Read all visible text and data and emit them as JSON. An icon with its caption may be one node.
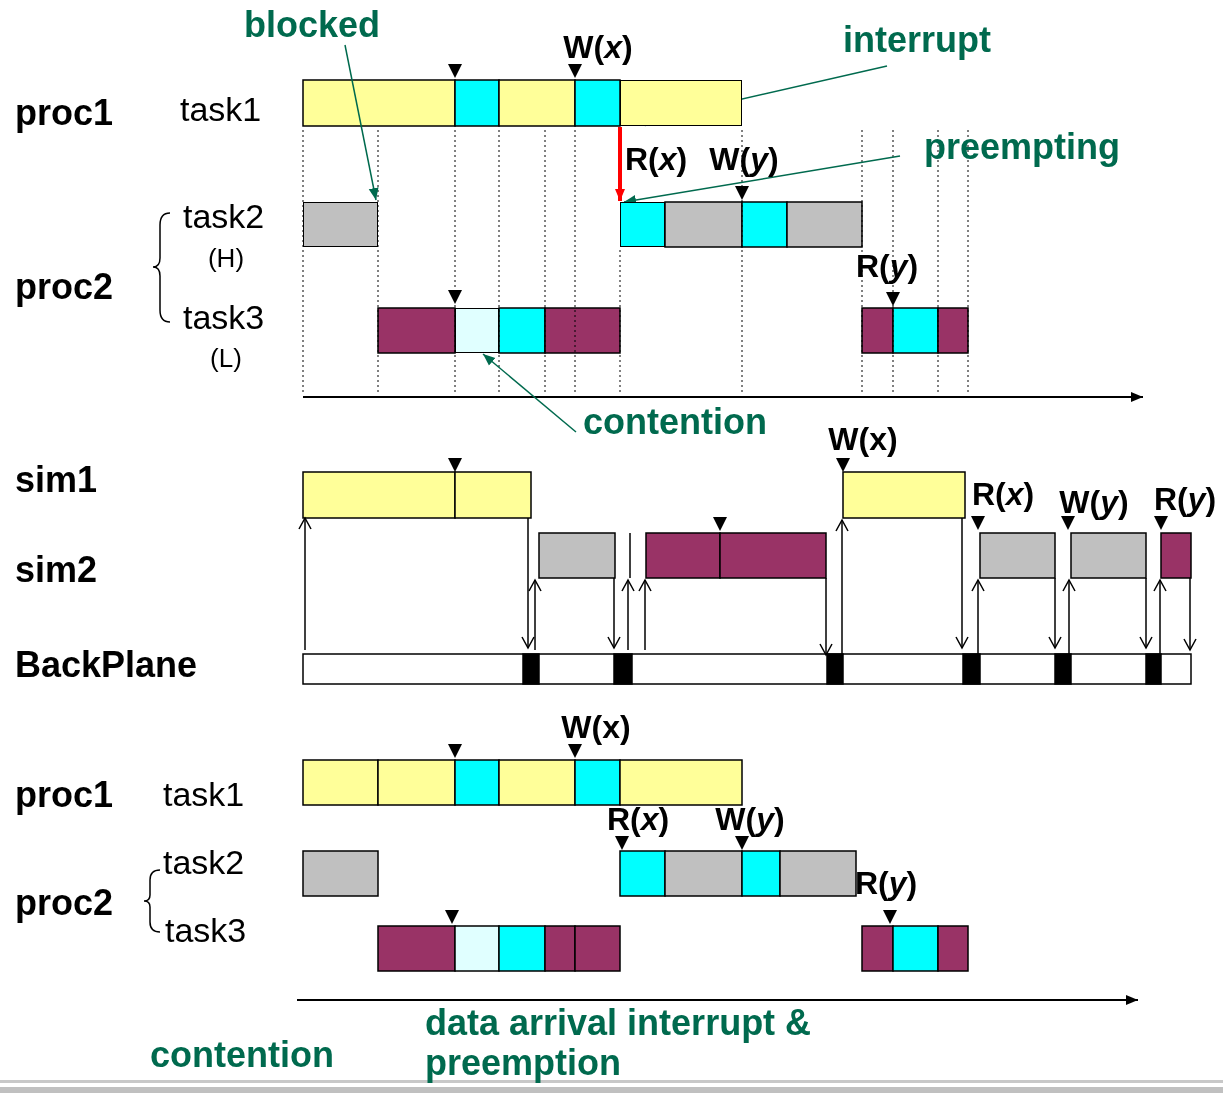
{
  "diagram": {
    "nodes": [
      {
        "text": [
          "blocked"
        ]
      },
      {
        "text": [],
        "shape": "box"
      },
      {
        "text": [
          "interrupt"
        ]
      },
      {
        "text": [],
        "shape": "box"
      },
      {
        "text": [
          "preempting"
        ]
      },
      {
        "text": [],
        "shape": "box"
      },
      {
        "text": [
          "contention"
        ]
      },
      {
        "text": [],
        "shape": "box"
      }
    ],
    "edges": [
      {
        "from": 0,
        "to": 1,
        "arrow": "to"
      },
      {
        "from": 2,
        "to": 3,
        "arrow": "to"
      },
      {
        "from": 4,
        "to": 5,
        "arrow": "to"
      },
      {
        "from": 6,
        "to": 7,
        "arrow": "to"
      },
      {
        "from": 3,
        "to": 5,
        "arrow": "to",
        "style": "thick",
        "color": "#ff0000"
      }
    ],
    "labels": [
      "W(*x*)",
      "proc1",
      "task1",
      "R(*x*)",
      "W(*y*)",
      "task2",
      "(H)",
      "R(*y*)",
      "proc2",
      "task3",
      "(L)",
      "W(x)",
      "sim1",
      "R(*x*)",
      "W(*y*)",
      "R(*y*)",
      "sim2",
      "BackPlane",
      "W(x)",
      "proc1",
      "task1",
      "R(*x*)",
      "W(*y*)",
      "task2",
      "R(*y*)",
      "proc2",
      "task3",
      "data arrival interrupt & preemption",
      "contention"
    ]
  }
}
